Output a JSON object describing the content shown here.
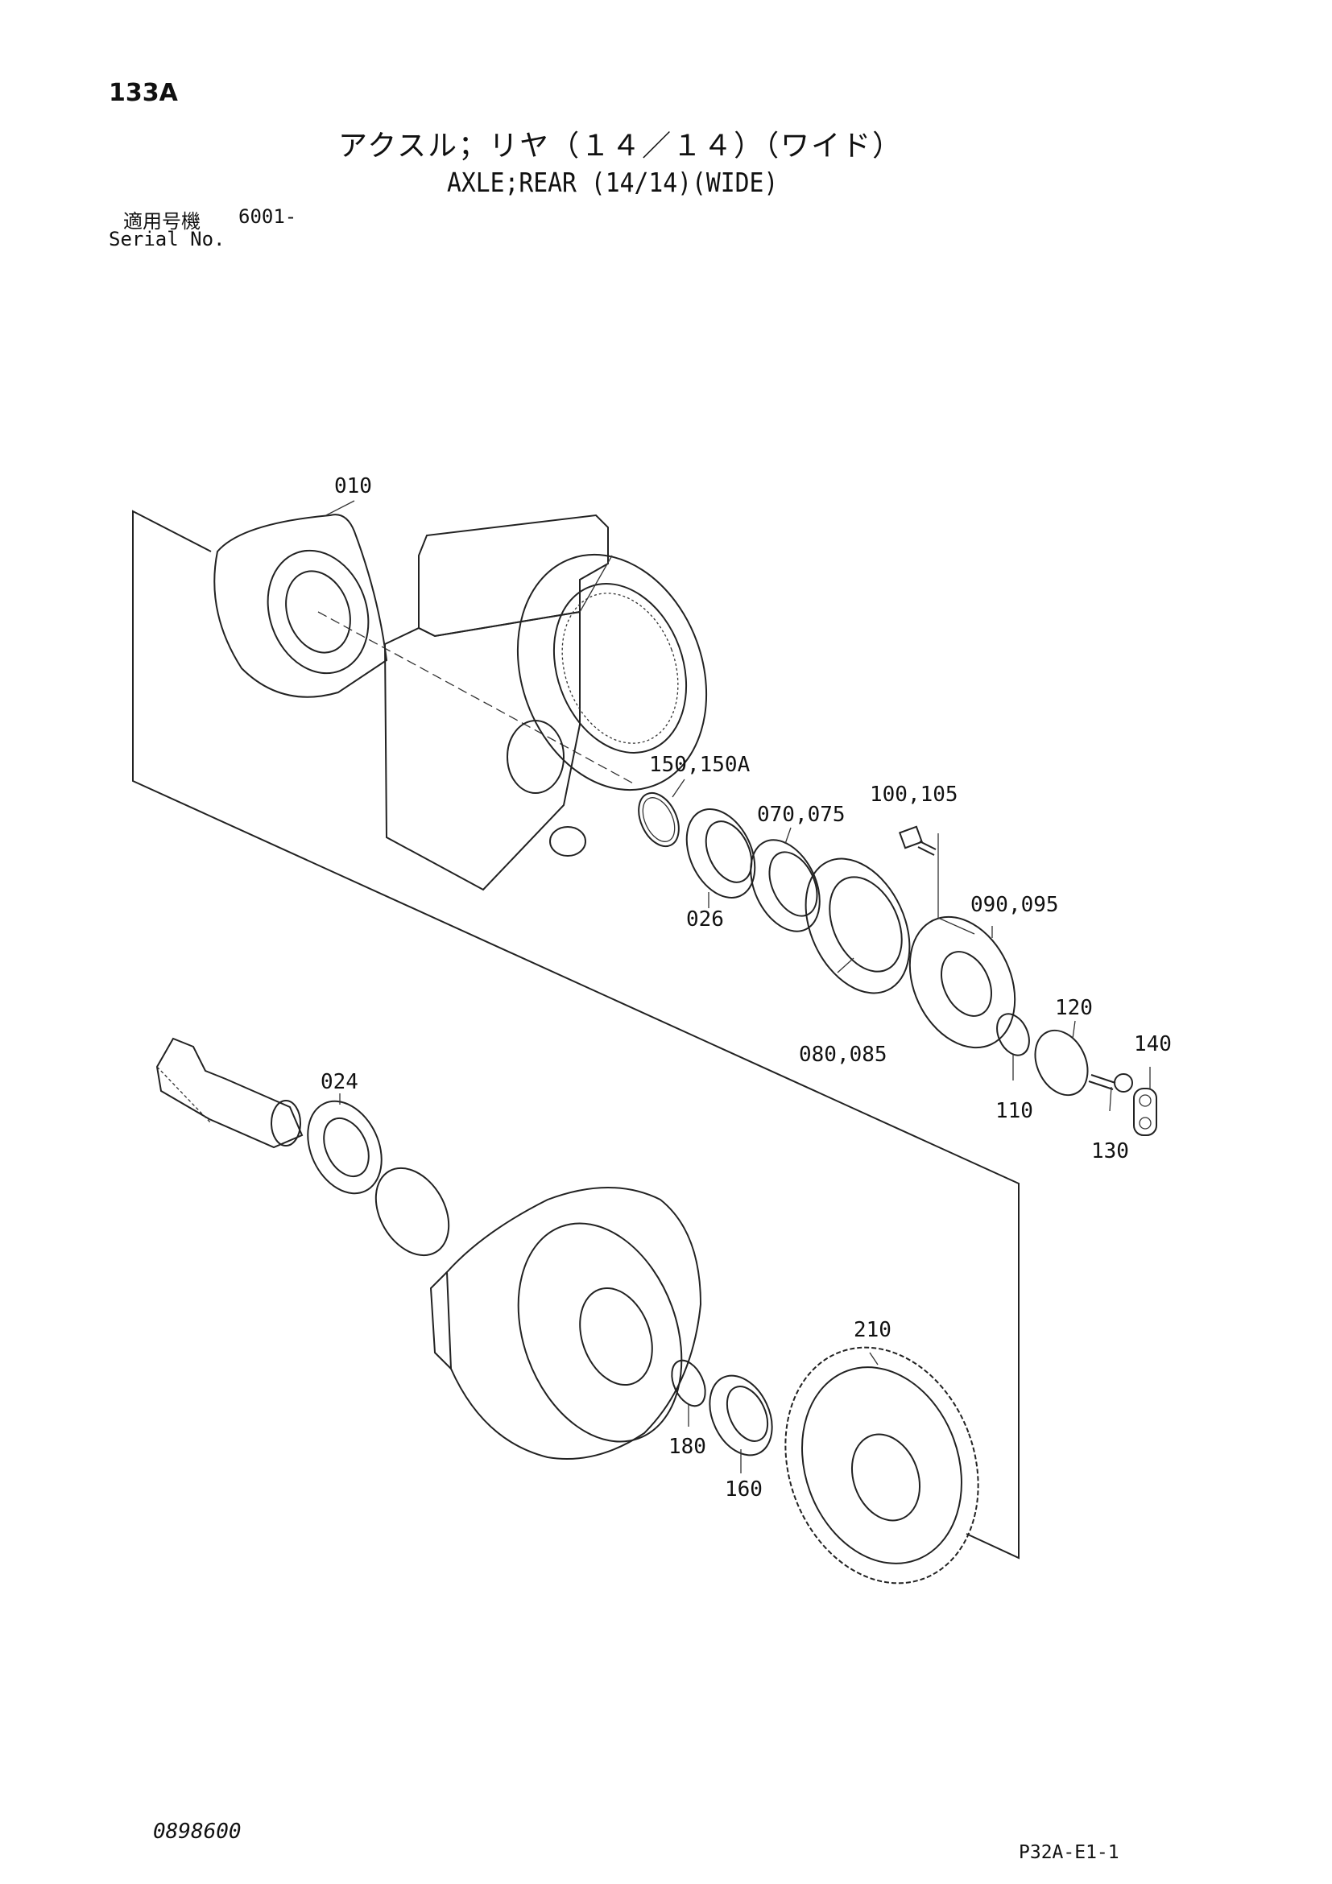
{
  "header": {
    "page_code": "133A",
    "title_jp": "アクスル；リヤ（１４／１４）（ワイド）",
    "title_en": "AXLE;REAR (14/14)(WIDE)",
    "serial_label_jp": "適用号機",
    "serial_value": "6001-",
    "serial_label_en": "Serial No."
  },
  "footer": {
    "doc_number": "0898600",
    "page_ref": "P32A-E1-1"
  },
  "parts": [
    {
      "id": "p010",
      "label": "010"
    },
    {
      "id": "p150",
      "label": "150,150A"
    },
    {
      "id": "p070",
      "label": "070,075"
    },
    {
      "id": "p100",
      "label": "100,105"
    },
    {
      "id": "p026",
      "label": "026"
    },
    {
      "id": "p090",
      "label": "090,095"
    },
    {
      "id": "p120",
      "label": "120"
    },
    {
      "id": "p080",
      "label": "080,085"
    },
    {
      "id": "p140",
      "label": "140"
    },
    {
      "id": "p110",
      "label": "110"
    },
    {
      "id": "p130",
      "label": "130"
    },
    {
      "id": "p024",
      "label": "024"
    },
    {
      "id": "p210",
      "label": "210"
    },
    {
      "id": "p180",
      "label": "180"
    },
    {
      "id": "p160",
      "label": "160"
    }
  ]
}
